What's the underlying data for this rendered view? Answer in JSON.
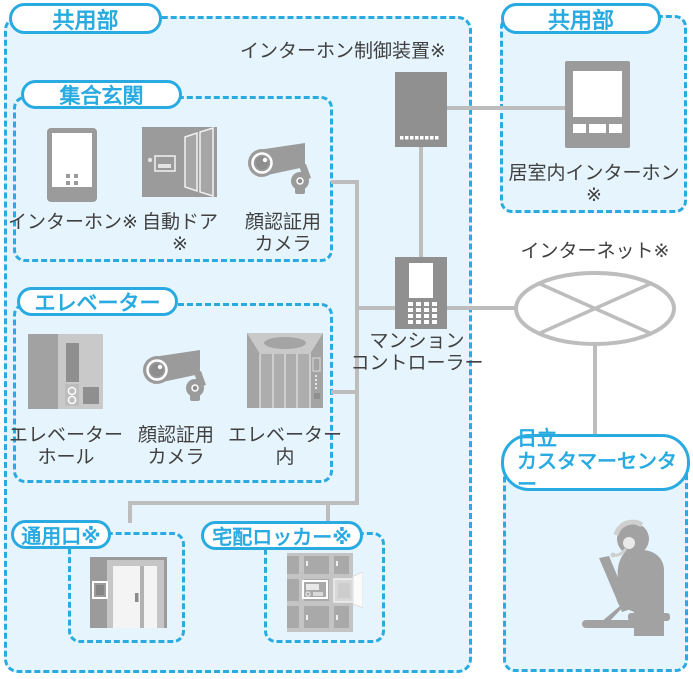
{
  "colors": {
    "accent_blue": "#29abe2",
    "zone_fill": "#e6f5fd",
    "connector_gray": "#bdbdbd",
    "icon_gray": "#9b9b9b",
    "label_text": "#404040"
  },
  "zones": {
    "common_left": {
      "title": "共用部"
    },
    "entrance": {
      "title": "集合玄関",
      "labels": {
        "intercom": "インターホン※",
        "auto_door": "自動ドア※",
        "face_camera": "顔認証用\nカメラ"
      }
    },
    "elevator": {
      "title": "エレベーター",
      "labels": {
        "hall": "エレベーター\nホール",
        "face_camera": "顔認証用\nカメラ",
        "cabin": "エレベーター\n内"
      }
    },
    "service_entrance": {
      "title": "通用口※"
    },
    "delivery_locker": {
      "title": "宅配ロッカー※"
    },
    "common_right": {
      "title": "共用部",
      "room_intercom": "居室内インターホン※"
    },
    "customer_center": {
      "title": "日立\nカスタマーセンター"
    }
  },
  "nodes": {
    "intercom_control_unit": "インターホン制御装置※",
    "mansion_controller": "マンション\nコントローラー",
    "internet": "インターネット※"
  },
  "icons": {
    "entrance_intercom": "intercom-panel-icon",
    "auto_door": "auto-door-icon",
    "entrance_face_camera": "cctv-camera-icon",
    "elevator_hall": "elevator-hall-icon",
    "elevator_face_camera": "cctv-camera-icon",
    "elevator_cabin": "elevator-cabin-icon",
    "service_door": "service-door-icon",
    "delivery_locker": "delivery-locker-icon",
    "intercom_control_unit": "control-unit-icon",
    "mansion_controller": "controller-device-icon",
    "internet": "internet-node-icon",
    "room_intercom": "room-intercom-icon",
    "customer_center": "support-operator-icon"
  }
}
